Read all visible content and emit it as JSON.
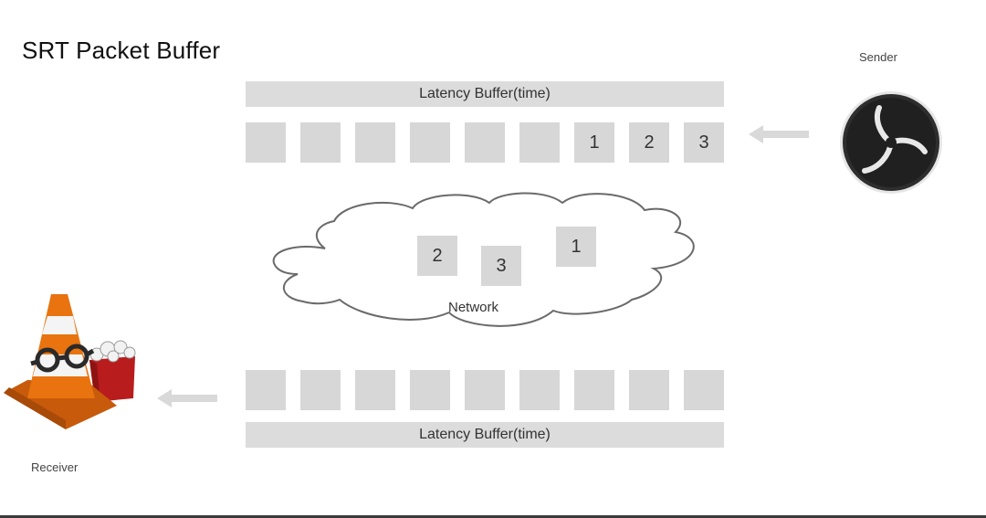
{
  "title": "SRT Packet Buffer",
  "sender": {
    "label": "Sender",
    "icon": "obs-studio-logo-icon"
  },
  "receiver": {
    "label": "Receiver",
    "icon": "vlc-cone-icon"
  },
  "top_buffer": {
    "label": "Latency Buffer(time)",
    "slots": [
      "",
      "",
      "",
      "",
      "",
      "",
      "1",
      "2",
      "3"
    ]
  },
  "network": {
    "label": "Network",
    "packets": [
      "2",
      "3",
      "1"
    ]
  },
  "bottom_buffer": {
    "label": "Latency Buffer(time)",
    "slots": [
      "",
      "",
      "",
      "",
      "",
      "",
      "",
      "",
      ""
    ]
  },
  "colors": {
    "slot": "#d7d7d7",
    "bar": "#dcdcdc",
    "arrow": "#d9d9d9"
  }
}
